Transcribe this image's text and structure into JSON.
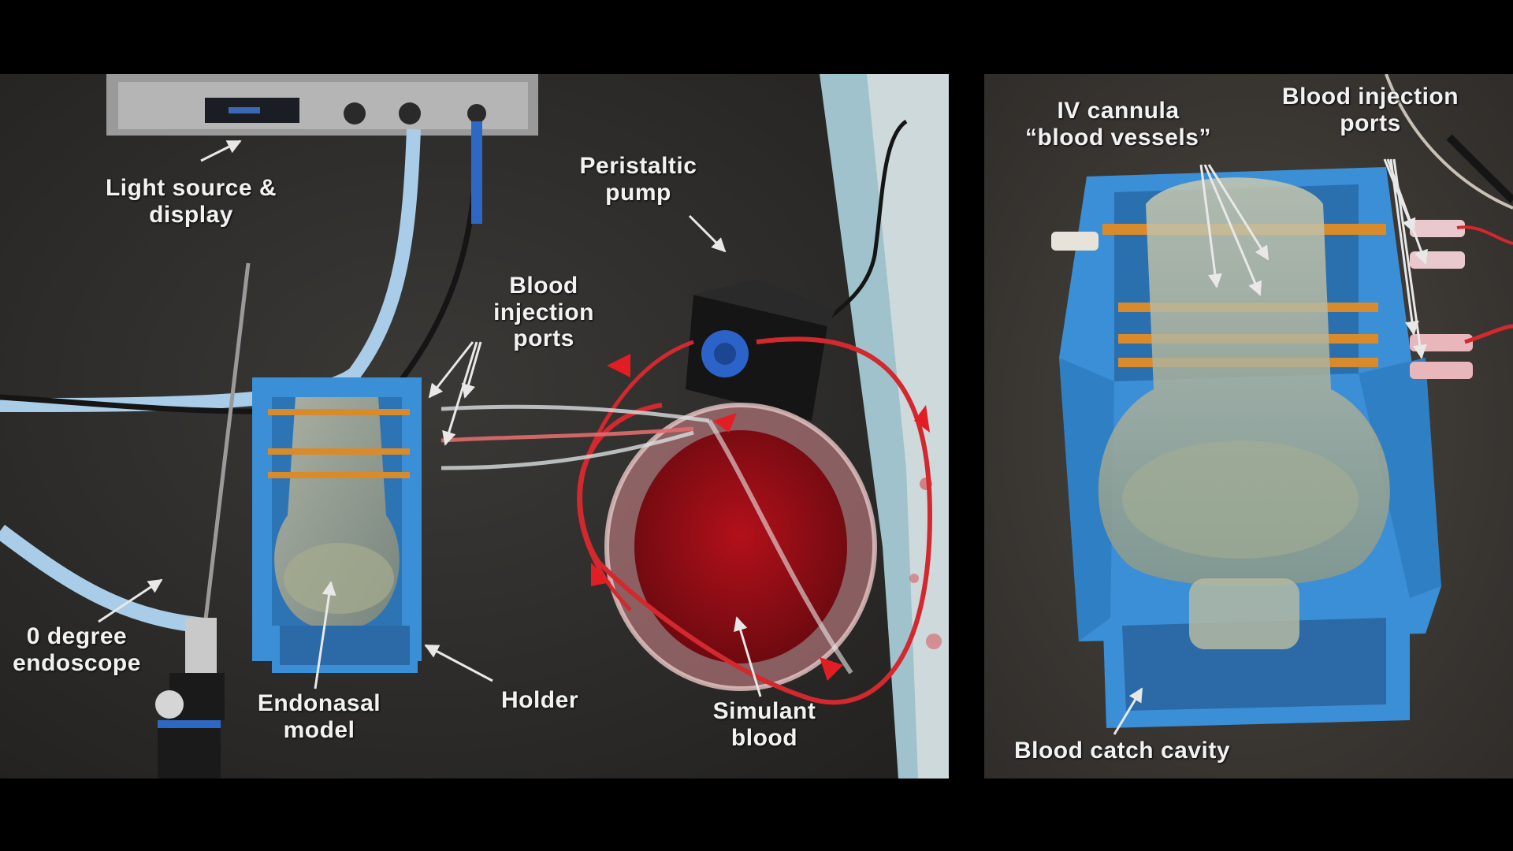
{
  "figure": {
    "left_panel": {
      "labels": {
        "light_source": "Light source &\ndisplay",
        "peristaltic_pump": "Peristaltic\npump",
        "blood_injection_ports": "Blood\ninjection\nports",
        "zero_degree_endoscope": "0 degree\nendoscope",
        "endonasal_model": "Endonasal\nmodel",
        "holder": "Holder",
        "simulant_blood": "Simulant\nblood"
      }
    },
    "right_panel": {
      "labels": {
        "iv_cannula": "IV cannula\n“blood vessels”",
        "blood_injection_ports": "Blood injection\nports",
        "blood_catch_cavity": "Blood catch cavity"
      }
    }
  },
  "colors": {
    "background": "#000000",
    "bench_top": "#2f2e2c",
    "holder_blue": "#3b8fd6",
    "simulant_blood": "#c4171b",
    "tubing_light_blue": "#a9cde8",
    "label_text": "#f2f2f2"
  }
}
